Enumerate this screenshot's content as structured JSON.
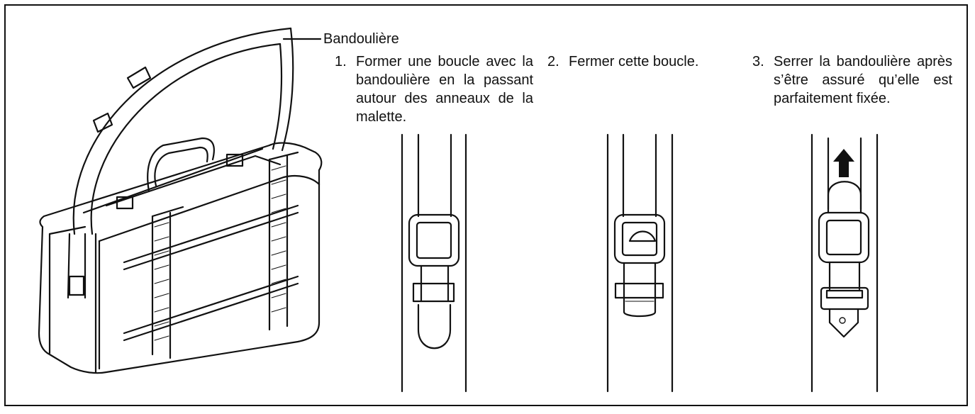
{
  "callout": {
    "label": "Bandoulière"
  },
  "steps": [
    {
      "number": "1.",
      "text": "Former une boucle avec la bandoulière en la passant autour des anneaux de la malette."
    },
    {
      "number": "2.",
      "text": "Fermer cette boucle."
    },
    {
      "number": "3.",
      "text": "Serrer la bandoulière après s’être assuré qu’elle est parfaitement fixée."
    }
  ],
  "colors": {
    "ink": "#111111",
    "background": "#ffffff"
  },
  "icons": [
    "arrow-up-icon"
  ]
}
